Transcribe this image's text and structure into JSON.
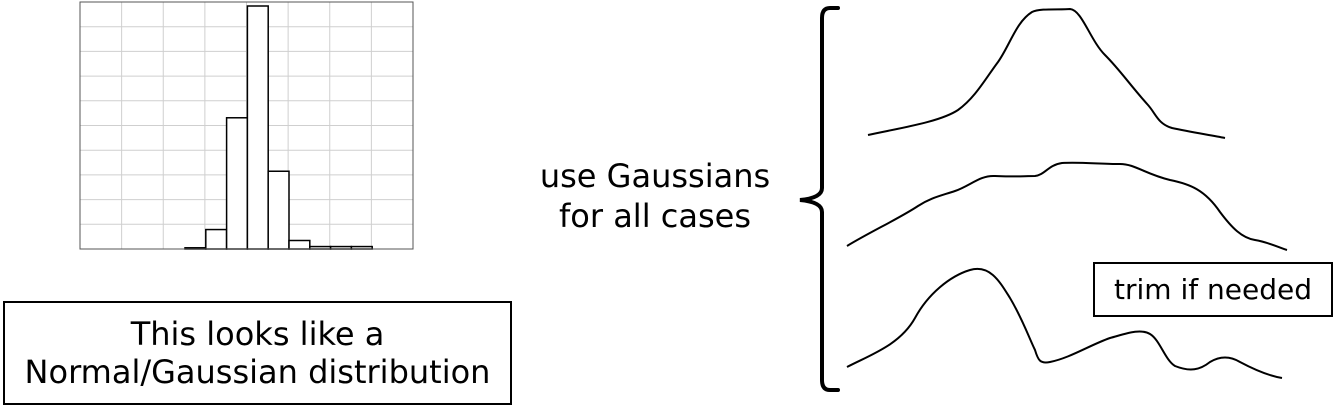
{
  "chart_data": {
    "type": "bar",
    "title": "",
    "xlabel": "",
    "ylabel": "",
    "bins": 16,
    "values": [
      0,
      0,
      0,
      0,
      0,
      0.5,
      8,
      54,
      100,
      32,
      3.5,
      1,
      1,
      1,
      0,
      0
    ],
    "ylim": [
      0,
      100
    ],
    "grid": true
  },
  "caption": {
    "line1": "This looks like a",
    "line2": "Normal/Gaussian distribution"
  },
  "middle_text": {
    "line1": "use Gaussians",
    "line2": "for all cases"
  },
  "trim_label": "trim if needed",
  "colors": {
    "stroke": "#000000",
    "grid": "#cfcfcf",
    "background": "#ffffff"
  }
}
